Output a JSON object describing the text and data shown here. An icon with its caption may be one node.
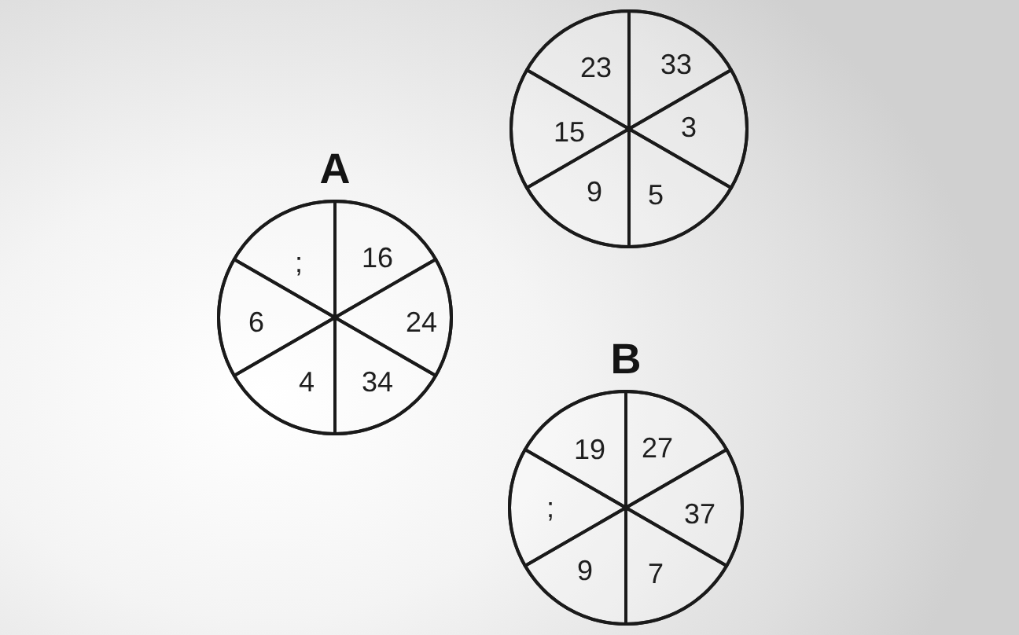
{
  "diagram": {
    "nodes": [
      {
        "text": [],
        "shape": "circle"
      },
      {
        "text": [
          "23"
        ],
        "in": 0
      },
      {
        "text": [
          "33"
        ],
        "in": 0
      },
      {
        "text": [
          "15"
        ],
        "in": 0
      },
      {
        "text": [
          "3"
        ],
        "in": 0
      },
      {
        "text": [
          "9"
        ],
        "in": 0
      },
      {
        "text": [
          "5"
        ],
        "in": 0
      },
      {
        "text": [
          "A"
        ]
      },
      {
        "text": [
          ";"
        ],
        "in": 7
      },
      {
        "text": [
          "16"
        ],
        "in": 7
      },
      {
        "text": [
          "6"
        ],
        "in": 7
      },
      {
        "text": [
          "24"
        ],
        "in": 7
      },
      {
        "text": [
          "4"
        ],
        "in": 7
      },
      {
        "text": [
          "34"
        ],
        "in": 7
      },
      {
        "text": [
          "B"
        ]
      },
      {
        "text": [
          "19"
        ],
        "in": 14
      },
      {
        "text": [
          "27"
        ],
        "in": 14
      },
      {
        "text": [
          ";"
        ],
        "in": 14
      },
      {
        "text": [
          "37"
        ],
        "in": 14
      },
      {
        "text": [
          "9"
        ],
        "in": 14
      },
      {
        "text": [
          "7"
        ],
        "in": 14
      }
    ]
  }
}
